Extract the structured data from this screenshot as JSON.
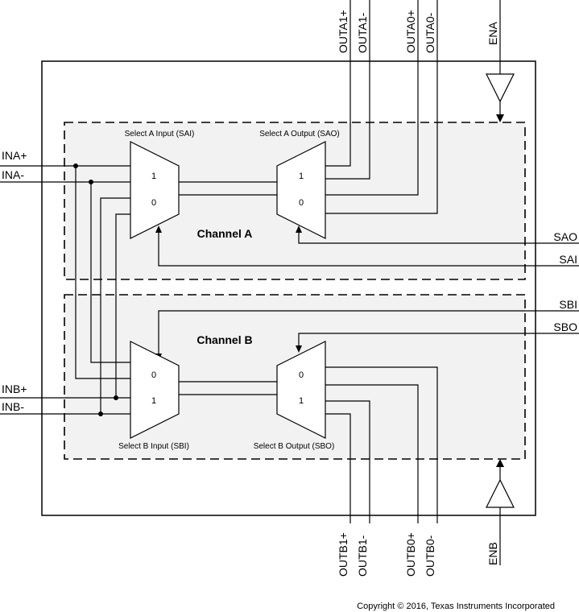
{
  "pins": {
    "outa1p": "OUTA1+",
    "outa1n": "OUTA1-",
    "outa0p": "OUTA0+",
    "outa0n": "OUTA0-",
    "ena": "ENA",
    "inap": "INA+",
    "inan": "INA-",
    "inbp": "INB+",
    "inbn": "INB-",
    "sao": "SAO",
    "sai": "SAI",
    "sbi": "SBI",
    "sbo": "SBO",
    "outb1p": "OUTB1+",
    "outb1n": "OUTB1-",
    "outb0p": "OUTB0+",
    "outb0n": "OUTB0-",
    "enb": "ENB"
  },
  "channel_a": {
    "title": "Channel A",
    "input_mux_label": "Select A Input (SAI)",
    "output_mux_label": "Select A Output (SAO)",
    "in_mux_top": "1",
    "in_mux_bottom": "0",
    "out_mux_top": "1",
    "out_mux_bottom": "0"
  },
  "channel_b": {
    "title": "Channel B",
    "input_mux_label": "Select B Input (SBI)",
    "output_mux_label": "Select B Output (SBO)",
    "in_mux_top": "0",
    "in_mux_bottom": "1",
    "out_mux_top": "0",
    "out_mux_bottom": "1"
  },
  "footer": {
    "copyright": "Copyright © 2016, Texas Instruments Incorporated"
  }
}
